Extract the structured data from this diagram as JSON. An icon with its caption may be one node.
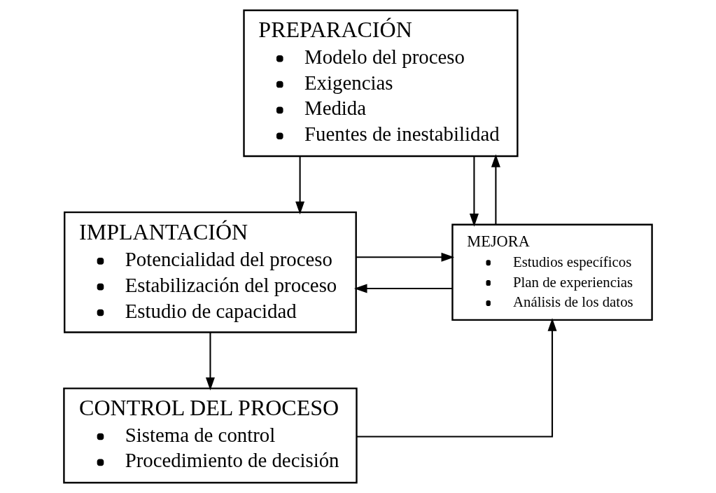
{
  "diagram": {
    "nodes": [
      {
        "text": [
          "PREPARACIÓN",
          "Modelo del proceso",
          "Exigencias",
          "Medida",
          "Fuentes de inestabilidad"
        ]
      },
      {
        "text": [
          "IMPLANTACIÓN",
          "Potencialidad del proceso",
          "Estabilización del proceso",
          "Estudio de capacidad"
        ]
      },
      {
        "text": [
          "MEJORA",
          "Estudios específicos",
          "Plan de experiencias",
          "Análisis de los datos"
        ]
      },
      {
        "text": [
          "CONTROL DEL PROCESO",
          "Sistema de control",
          "Procedimiento de decisión"
        ]
      }
    ],
    "edges": [
      {
        "from": 0,
        "to": 1,
        "arrow": "to"
      },
      {
        "from": 0,
        "to": 2,
        "arrow": "to"
      },
      {
        "from": 2,
        "to": 0,
        "arrow": "to"
      },
      {
        "from": 2,
        "to": 1,
        "arrow": "to"
      },
      {
        "from": 1,
        "to": 2,
        "arrow": "to"
      },
      {
        "from": 1,
        "to": 3,
        "arrow": "to"
      },
      {
        "from": 3,
        "to": 2,
        "arrow": "to"
      }
    ]
  }
}
